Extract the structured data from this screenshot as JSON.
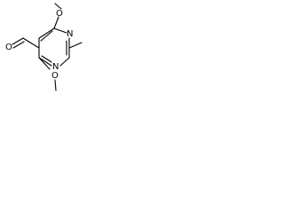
{
  "molecule": {
    "atoms": {
      "n_top": "N",
      "n_bottom": "N",
      "o_ald": "O",
      "o_top": "O",
      "o_bottom": "O"
    }
  }
}
